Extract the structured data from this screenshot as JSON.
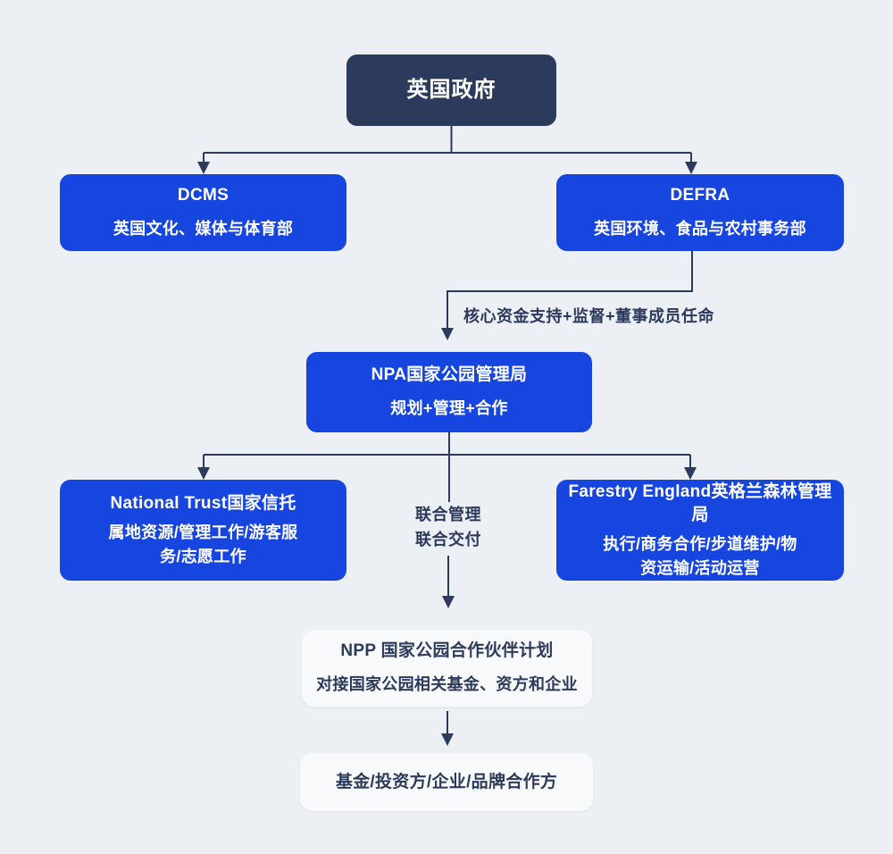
{
  "colors": {
    "background": "#ECEFF3",
    "primary_blue": "#1745E0",
    "dark_navy": "#2C3A5B",
    "light_box": "#F8F9FB",
    "connector": "#2C3A5B",
    "text_on_blue": "#FFFFFF"
  },
  "nodes": {
    "uk_gov": {
      "title": "英国政府"
    },
    "dcms": {
      "title": "DCMS",
      "subtitle": "英国文化、媒体与体育部"
    },
    "defra": {
      "title": "DEFRA",
      "subtitle": "英国环境、食品与农村事务部"
    },
    "npa": {
      "title": "NPA国家公园管理局",
      "subtitle": "规划+管理+合作"
    },
    "national_trust": {
      "title": "National Trust国家信托",
      "subtitle_line1": "属地资源/管理工作/游客服",
      "subtitle_line2": "务/志愿工作"
    },
    "forestry_england": {
      "title": "Farestry England英格兰森林管理局",
      "subtitle_line1": "执行/商务合作/步道维护/物",
      "subtitle_line2": "资运输/活动运营"
    },
    "npp": {
      "title": "NPP 国家公园合作伙伴计划",
      "subtitle": "对接国家公园相关基金、资方和企业"
    },
    "partners": {
      "title": "基金/投资方/企业/品牌合作方"
    }
  },
  "edge_labels": {
    "defra_to_npa": "核心资金支持+监督+董事成员任命",
    "joint_line1": "联合管理",
    "joint_line2": "联合交付"
  }
}
